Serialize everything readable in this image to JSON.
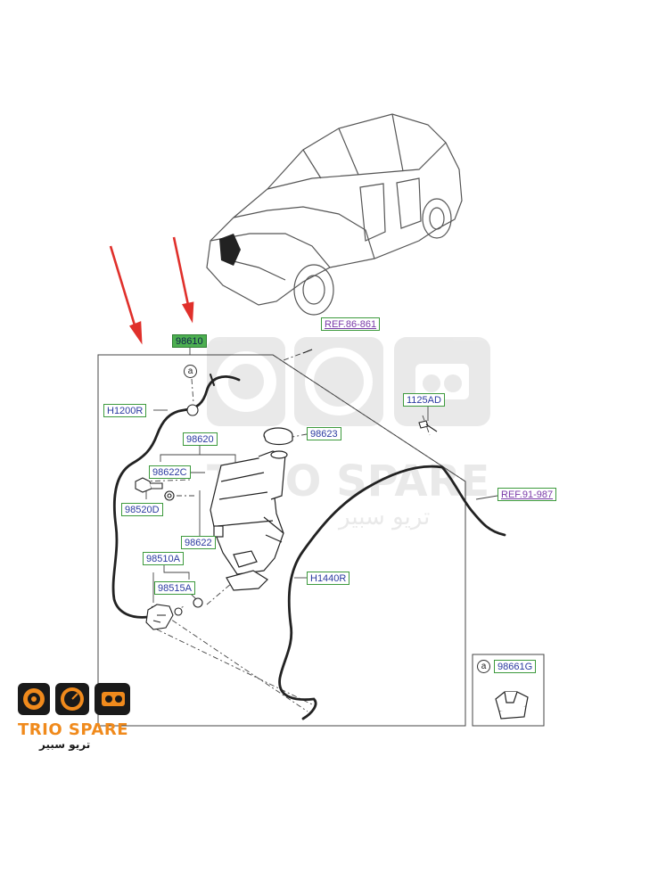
{
  "parts": {
    "p98610": "98610",
    "ref86": "REF.86-861",
    "a_top": "a",
    "h1200r": "H1200R",
    "p1125ad": "1125AD",
    "p98620": "98620",
    "p98623": "98623",
    "p98622c": "98622C",
    "p98520d": "98520D",
    "p98622": "98622",
    "p98510a": "98510A",
    "p98515a": "98515A",
    "h1440r": "H1440R",
    "ref91": "REF.91-987",
    "a_box": "a",
    "p98661g": "98661G"
  },
  "watermark": {
    "brand": "TRIO SPARE",
    "arabic": "تريو سبير"
  },
  "logo": {
    "brand": "TRIO SPARE",
    "arabic": "تريو سبير"
  },
  "colors": {
    "label_border": "#3d9a3d",
    "label_text": "#2a3aa0",
    "highlight": "#4caf50",
    "ref_text": "#7a3aa8",
    "arrow": "#e0302b",
    "brand_orange": "#f08a1c"
  }
}
